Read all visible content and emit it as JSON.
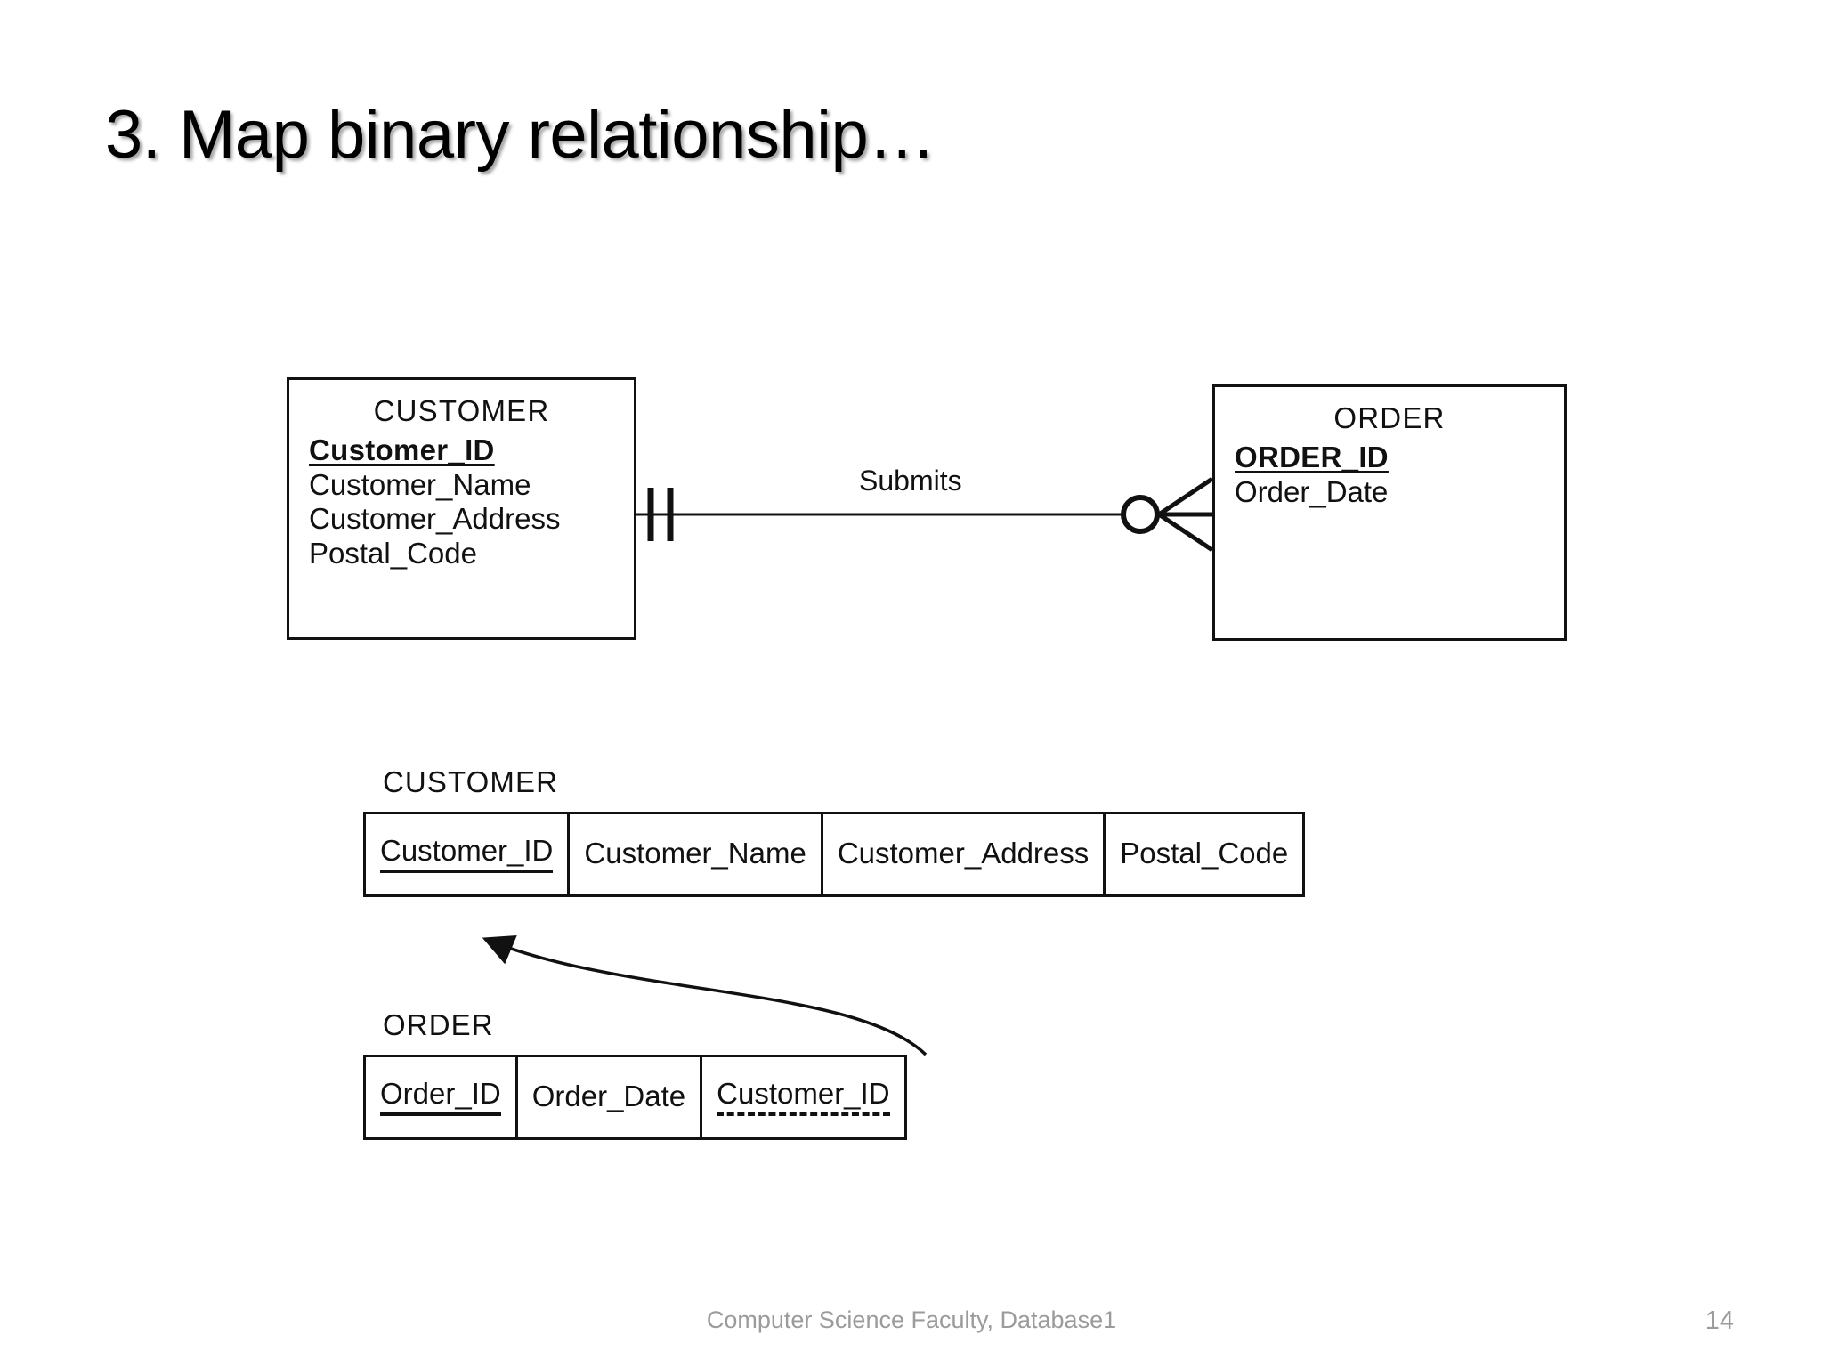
{
  "slide": {
    "title": "3. Map binary relationship…",
    "footer": "Computer Science Faculty, Database1",
    "page_number": "14",
    "colors": {
      "ink": "#000000",
      "footer_text": "#9b9b9b",
      "background": "#ffffff"
    }
  },
  "er_diagram": {
    "entities": [
      {
        "name": "CUSTOMER",
        "attributes": [
          {
            "label": "Customer_ID",
            "key": "primary"
          },
          {
            "label": "Customer_Name",
            "key": "none"
          },
          {
            "label": "Customer_Address",
            "key": "none"
          },
          {
            "label": "Postal_Code",
            "key": "none"
          }
        ]
      },
      {
        "name": "ORDER",
        "attributes": [
          {
            "label": "ORDER_ID",
            "key": "primary"
          },
          {
            "label": "Order_Date",
            "key": "none"
          }
        ]
      }
    ],
    "relationship": {
      "label": "Submits",
      "from_entity": "CUSTOMER",
      "to_entity": "ORDER",
      "from_cardinality": "mandatory-one",
      "to_cardinality": "optional-many"
    }
  },
  "relations": [
    {
      "name": "CUSTOMER",
      "columns": [
        {
          "label": "Customer_ID",
          "key": "primary"
        },
        {
          "label": "Customer_Name",
          "key": "none"
        },
        {
          "label": "Customer_Address",
          "key": "none"
        },
        {
          "label": "Postal_Code",
          "key": "none"
        }
      ]
    },
    {
      "name": "ORDER",
      "columns": [
        {
          "label": "Order_ID",
          "key": "primary"
        },
        {
          "label": "Order_Date",
          "key": "none"
        },
        {
          "label": "Customer_ID",
          "key": "foreign"
        }
      ]
    }
  ],
  "foreign_key_link": {
    "from": "ORDER.Customer_ID",
    "to": "CUSTOMER.Customer_ID"
  }
}
